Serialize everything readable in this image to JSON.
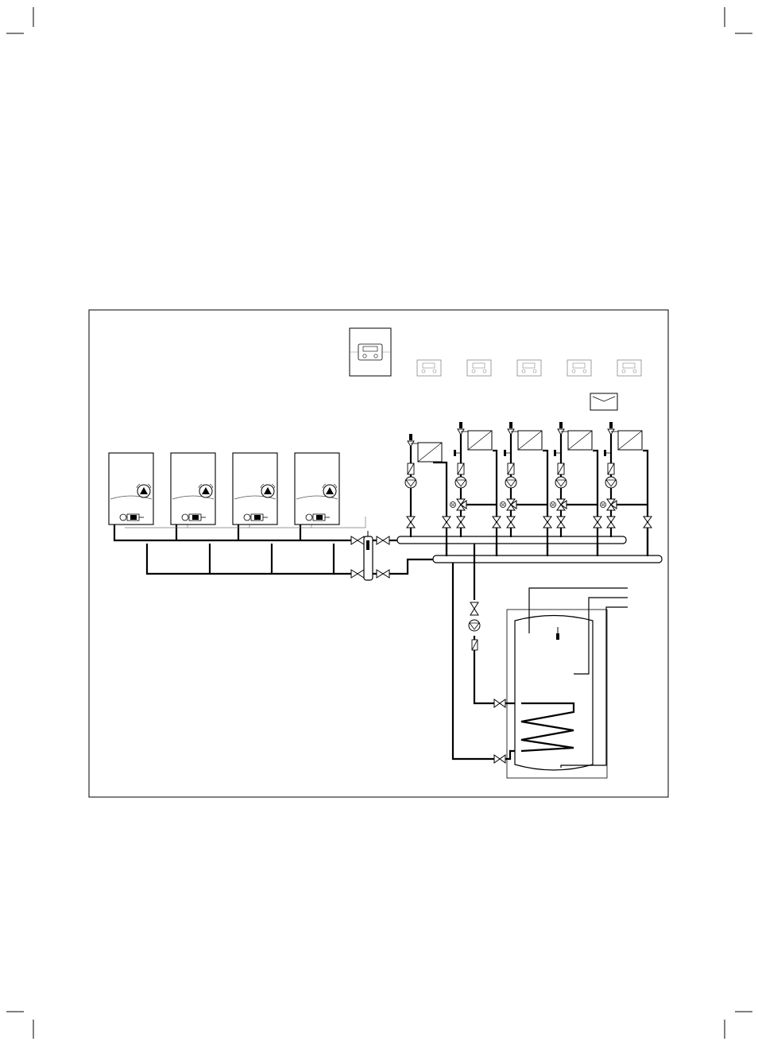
{
  "diagram": {
    "boilers": [
      {
        "id": "boiler-1"
      },
      {
        "id": "boiler-2"
      },
      {
        "id": "boiler-3"
      },
      {
        "id": "boiler-4"
      }
    ],
    "room_controls": [
      {
        "id": "room-control-1"
      },
      {
        "id": "room-control-2"
      },
      {
        "id": "room-control-3"
      },
      {
        "id": "room-control-4"
      },
      {
        "id": "room-control-5"
      }
    ],
    "heating_circuits": [
      {
        "id": "circuit-1",
        "type": "direct"
      },
      {
        "id": "circuit-2",
        "type": "mixed"
      },
      {
        "id": "circuit-3",
        "type": "mixed"
      },
      {
        "id": "circuit-4",
        "type": "mixed"
      },
      {
        "id": "circuit-5",
        "type": "mixed"
      }
    ],
    "components": {
      "main_controller": "system-controller",
      "outdoor_sensor": "outdoor-sensor",
      "hydraulic_separator": "low-loss-header",
      "flow_manifold": "flow-distributor",
      "return_manifold": "return-distributor",
      "dhw_cylinder": "hot-water-cylinder",
      "dhw_pump": "cylinder-charge-pump"
    },
    "colors": {
      "line": "#000000",
      "thin_line": "#555555",
      "background": "#ffffff"
    }
  }
}
